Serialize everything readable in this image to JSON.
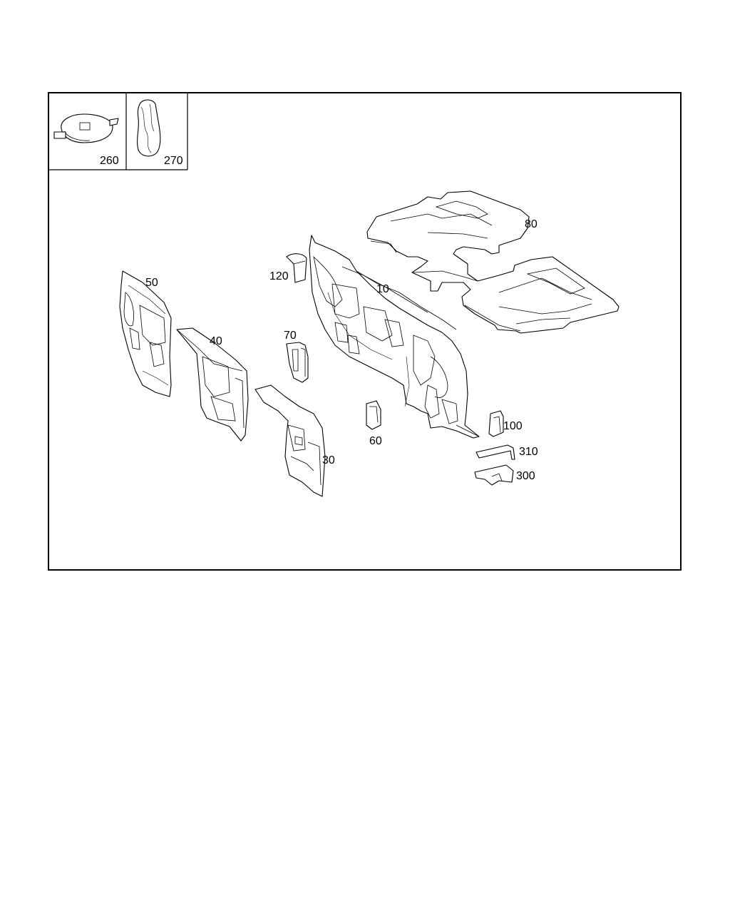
{
  "diagram": {
    "inset_parts": [
      {
        "number": "260",
        "shape": "pad-with-tabs-icon"
      },
      {
        "number": "270",
        "shape": "pouch-icon"
      }
    ],
    "parts": [
      {
        "number": "10"
      },
      {
        "number": "30"
      },
      {
        "number": "40"
      },
      {
        "number": "50"
      },
      {
        "number": "60"
      },
      {
        "number": "70"
      },
      {
        "number": "80"
      },
      {
        "number": "100"
      },
      {
        "number": "120"
      },
      {
        "number": "300"
      },
      {
        "number": "310"
      }
    ]
  }
}
